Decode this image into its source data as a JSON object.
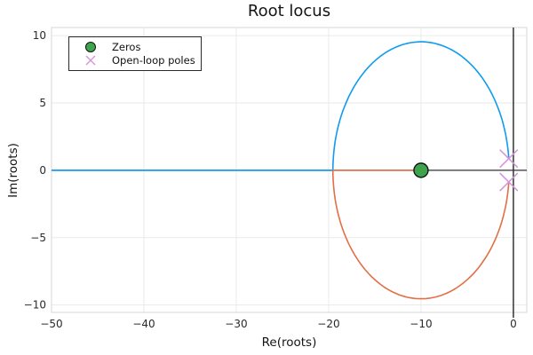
{
  "chart_data": {
    "type": "line",
    "title": "Root locus",
    "xlabel": "Re(roots)",
    "ylabel": "Im(roots)",
    "xlim": [
      -50,
      1.45
    ],
    "ylim": [
      -10.55,
      10.6
    ],
    "xticks": {
      "values": [
        -50,
        -40,
        -30,
        -20,
        -10,
        0
      ],
      "labels": [
        "−50",
        "−40",
        "−30",
        "−20",
        "−10",
        "0"
      ]
    },
    "yticks": {
      "values": [
        -10,
        -5,
        0,
        5,
        10
      ],
      "labels": [
        "−10",
        "−5",
        "0",
        "5",
        "10"
      ]
    },
    "grid": true,
    "origin_axes": true,
    "zeros": [
      [
        -10,
        0
      ]
    ],
    "poles": [
      [
        -0.5,
        0.866
      ],
      [
        -0.5,
        -0.866
      ]
    ],
    "break_in_point": [
      -19.54,
      0
    ],
    "series": [
      {
        "name": "upper-branch",
        "color_key": "branch1",
        "arc": {
          "center": [
            -10,
            0
          ],
          "radius": 9.539,
          "deg_from": 5.21,
          "deg_to": 180
        },
        "tail": [
          [
            -50,
            0
          ]
        ]
      },
      {
        "name": "lower-branch",
        "color_key": "branch2",
        "arc": {
          "center": [
            -10,
            0
          ],
          "radius": 9.539,
          "deg_from": -5.21,
          "deg_to": -180
        },
        "tail": [
          [
            -10,
            0
          ]
        ]
      }
    ],
    "colors": {
      "branch1": "#0F9BEF",
      "branch2": "#E26F46",
      "zeros": "#3DA44D",
      "zeros_edge": "#131313",
      "poles": "#D695DC",
      "axis": "#333333",
      "grid": "#EAEAEA",
      "frame": "#D7D7D7",
      "text": "#2A2A2A"
    },
    "legend": {
      "entries": [
        {
          "marker": "circle",
          "label": "Zeros"
        },
        {
          "marker": "x",
          "label": "Open-loop poles"
        }
      ]
    }
  }
}
